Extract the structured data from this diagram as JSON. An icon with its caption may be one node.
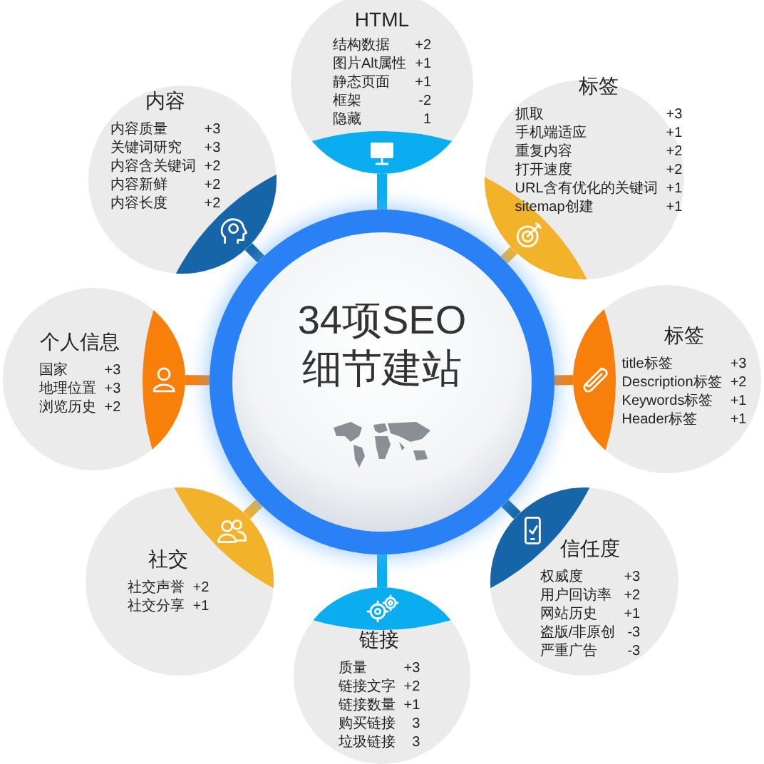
{
  "diagram": {
    "nodes": [
      {
        "text": [
          "34项SEO细节建站"
        ]
      },
      {
        "text": [
          "HTML",
          "结构数据",
          "+2",
          "图片Alt属性",
          "+1",
          "静态页面",
          "+1",
          "框架",
          "-2",
          "隐藏",
          "1"
        ]
      },
      {
        "text": [
          "内容",
          "内容质量",
          "+3",
          "关键词研究",
          "+3",
          "内容含关键词",
          "+2",
          "内容新鲜",
          "+2",
          "内容长度",
          "+2"
        ]
      },
      {
        "text": [
          "标签",
          "抓取",
          "+3",
          "手机端适应",
          "+1",
          "重复内容",
          "+2",
          "打开速度",
          "+2",
          "URL含有优化的关键词",
          "+1",
          "sitemap创建",
          "+1"
        ]
      },
      {
        "text": [
          "个人信息",
          "国家",
          "+3",
          "地理位置",
          "+3",
          "浏览历史",
          "+2"
        ]
      },
      {
        "text": [
          "标签",
          "title标签",
          "+3",
          "Description标签",
          "+2",
          "Keywords标签",
          "+1",
          "Header标签",
          "+1"
        ]
      },
      {
        "text": [
          "社交",
          "社交声誉",
          "+2",
          "社交分享",
          "+1"
        ]
      },
      {
        "text": [
          "信任度",
          "权威度",
          "+3",
          "用户回访率",
          "+2",
          "网站历史",
          "+1",
          "盗版/非原创",
          "-3",
          "严重广告",
          "-3"
        ]
      },
      {
        "text": [
          "链接",
          "质量",
          "+3",
          "链接文字",
          "+2",
          "链接数量",
          "+1",
          "购买链接",
          "3",
          "垃圾链接",
          "3"
        ]
      }
    ],
    "edges": [
      {
        "from": 0,
        "to": 1,
        "arrow": "none",
        "color": "#0aaef0"
      },
      {
        "from": 0,
        "to": 2,
        "arrow": "none",
        "color": "#1565a8"
      },
      {
        "from": 0,
        "to": 3,
        "arrow": "none",
        "color": "#f2b32a"
      },
      {
        "from": 0,
        "to": 4,
        "arrow": "none",
        "color": "#f77f0a"
      },
      {
        "from": 0,
        "to": 5,
        "arrow": "none",
        "color": "#f77f0a"
      },
      {
        "from": 0,
        "to": 6,
        "arrow": "none",
        "color": "#f2b32a"
      },
      {
        "from": 0,
        "to": 7,
        "arrow": "none",
        "color": "#1565a8"
      },
      {
        "from": 0,
        "to": 8,
        "arrow": "none",
        "color": "#0aaef0"
      }
    ]
  }
}
